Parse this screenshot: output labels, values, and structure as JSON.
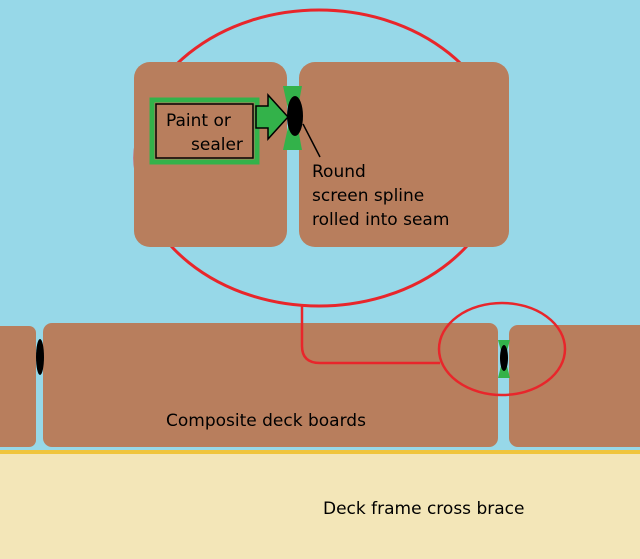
{
  "colors": {
    "sky": "#97d8e8",
    "board": "#b87e5d",
    "frame": "#f3e6b8",
    "frame_edge": "#f0c53c",
    "callout": "#e8262b",
    "sealer": "#33b24a",
    "spline": "#000000"
  },
  "labels": {
    "paint_line1": "Paint or",
    "paint_line2": "sealer",
    "spline_line1": "Round",
    "spline_line2": "screen spline",
    "spline_line3": "rolled into seam",
    "deck_boards": "Composite deck boards",
    "cross_brace": "Deck frame cross brace"
  },
  "icons": {
    "sealer_pointer": "right-arrow-icon",
    "spline_marker": "ellipse-icon"
  }
}
